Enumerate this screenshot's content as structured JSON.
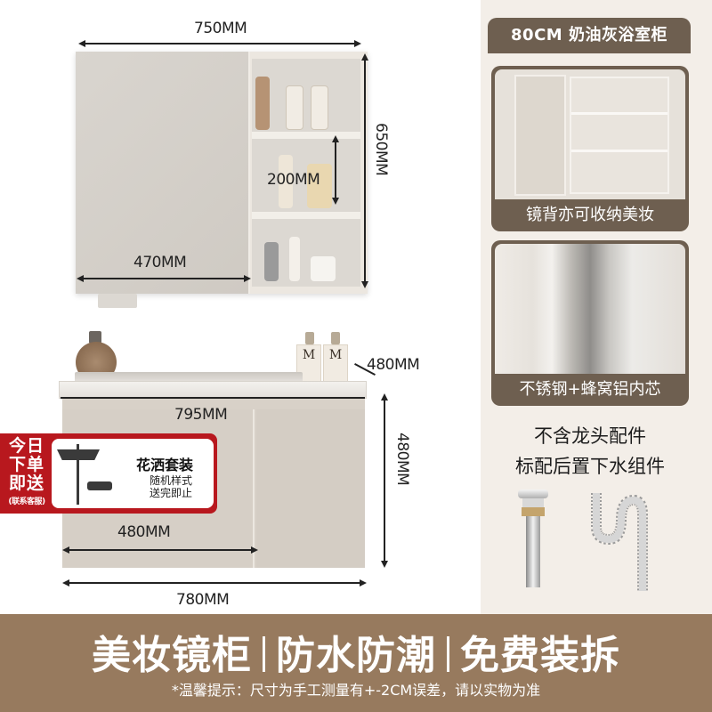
{
  "product": {
    "title": "80CM 奶油灰浴室柜"
  },
  "mirror_cabinet": {
    "width_label": "750MM",
    "height_label": "650MM",
    "door_width_label": "470MM",
    "shelf_height_label": "200MM"
  },
  "vanity": {
    "depth_label": "480MM",
    "top_width_label": "795MM",
    "height_label": "480MM",
    "door_width_label": "480MM",
    "base_width_label": "780MM",
    "bottle_letter": "M"
  },
  "promo": {
    "left_line1": "今日",
    "left_line2": "下单",
    "left_line3": "即送",
    "left_small": "(联系客服)",
    "title": "花洒套装",
    "sub_line1": "随机样式",
    "sub_line2": "送完即止",
    "accent_color": "#b8181e"
  },
  "feature_cards": [
    {
      "caption": "镜背亦可收纳美妆"
    },
    {
      "caption": "不锈钢+蜂窝铝内芯"
    }
  ],
  "notes": {
    "line1": "不含龙头配件",
    "line2": "标配后置下水组件"
  },
  "banner": {
    "items": [
      "美妆镜柜",
      "防水防潮",
      "免费装拆"
    ],
    "disclaimer": "*温馨提示：尺寸为手工测量有+-2CM误差，请以实物为准",
    "bg_color": "#977a5e"
  },
  "theme": {
    "card_color": "#6e5f50",
    "panel_bg": "#f3eee8"
  }
}
